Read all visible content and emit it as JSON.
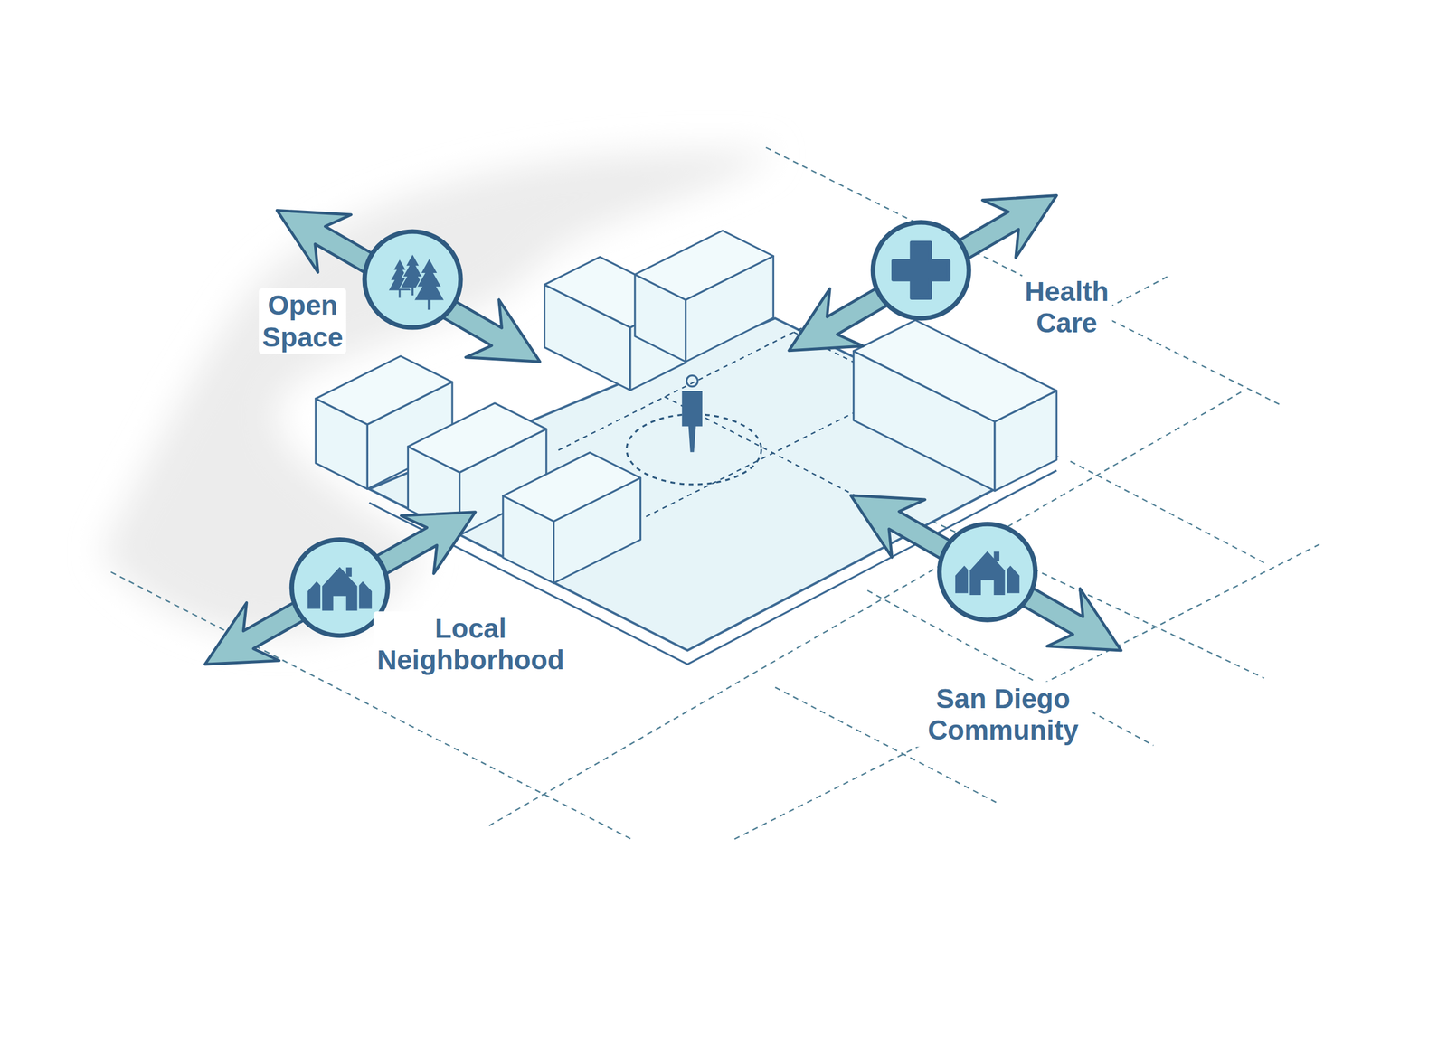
{
  "diagram": {
    "labels": [
      "Open Space",
      "Health Care",
      "Local Neighborhood",
      "San Diego Community"
    ]
  }
}
